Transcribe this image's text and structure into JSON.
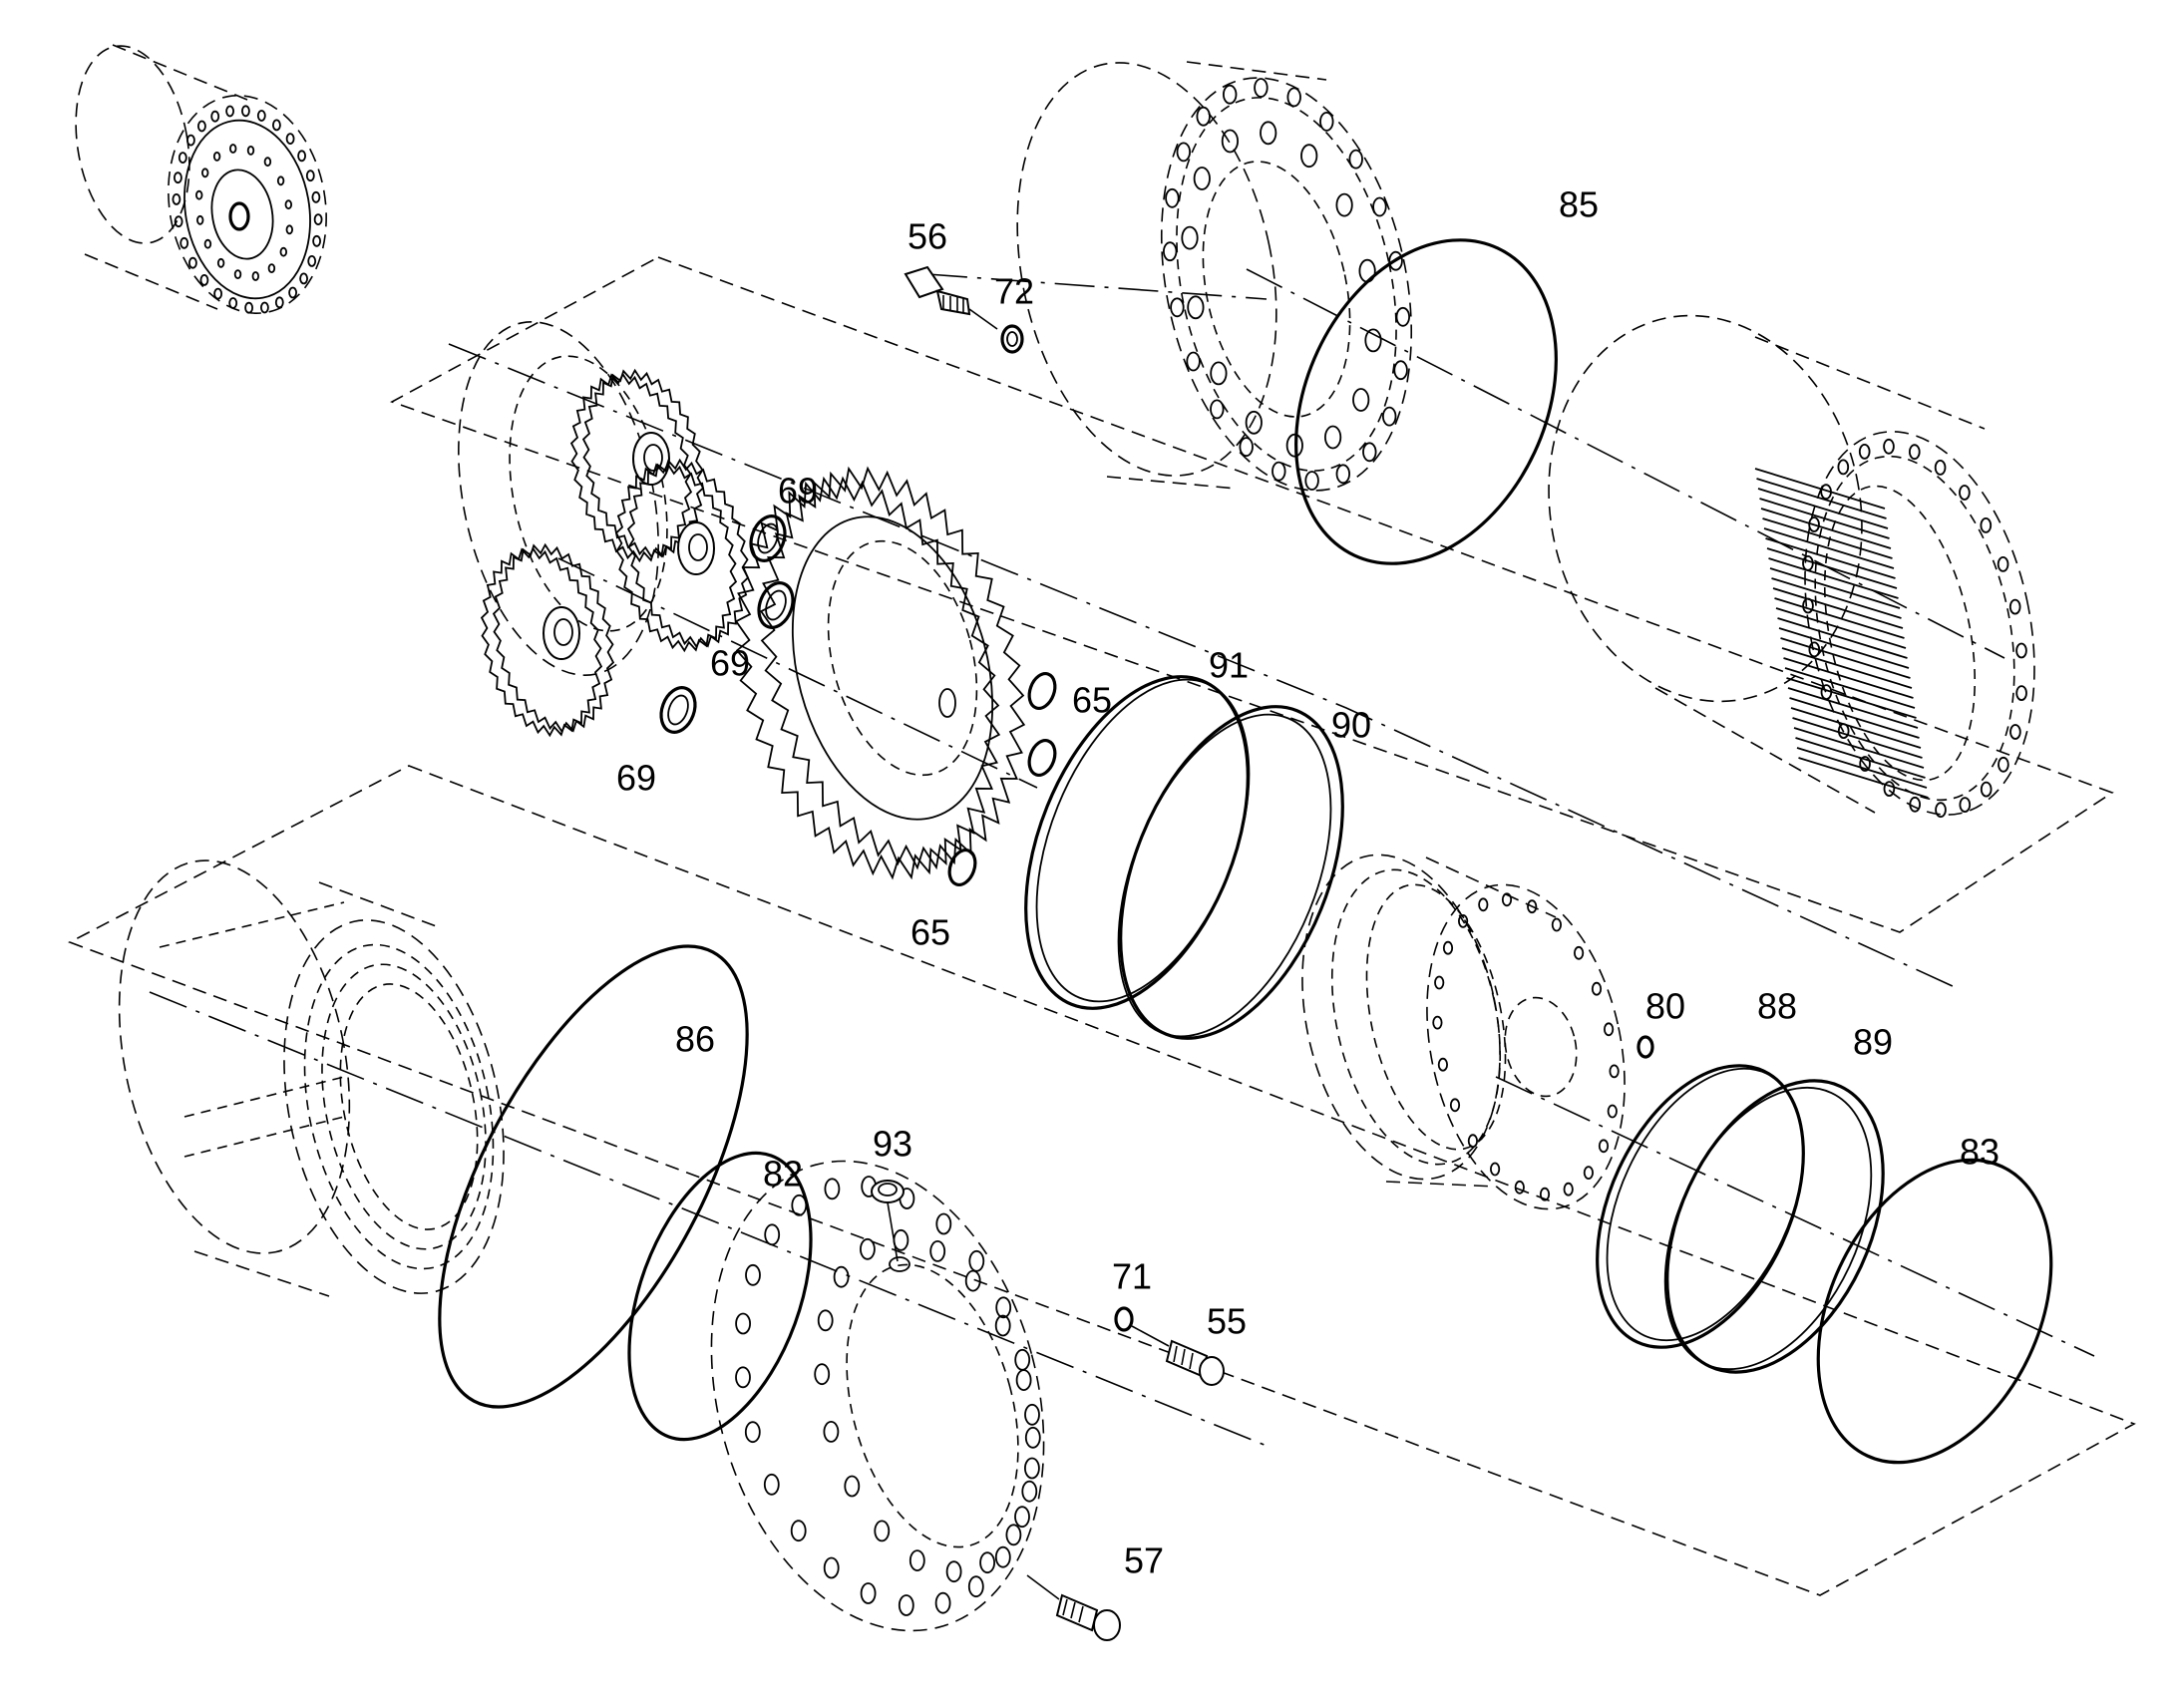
{
  "colors": {
    "background": "#ffffff",
    "line": "#000000"
  },
  "parts": [
    {
      "id": "p56",
      "number": "56"
    },
    {
      "id": "p72",
      "number": "72"
    },
    {
      "id": "p85",
      "number": "85"
    },
    {
      "id": "p69a",
      "number": "69"
    },
    {
      "id": "p69b",
      "number": "69"
    },
    {
      "id": "p69c",
      "number": "69"
    },
    {
      "id": "p65a",
      "number": "65"
    },
    {
      "id": "p65b",
      "number": "65"
    },
    {
      "id": "p91",
      "number": "91"
    },
    {
      "id": "p90",
      "number": "90"
    },
    {
      "id": "p80",
      "number": "80"
    },
    {
      "id": "p88",
      "number": "88"
    },
    {
      "id": "p89",
      "number": "89"
    },
    {
      "id": "p86",
      "number": "86"
    },
    {
      "id": "p82",
      "number": "82"
    },
    {
      "id": "p93",
      "number": "93"
    },
    {
      "id": "p71",
      "number": "71"
    },
    {
      "id": "p55",
      "number": "55"
    },
    {
      "id": "p83",
      "number": "83"
    },
    {
      "id": "p57",
      "number": "57"
    }
  ]
}
